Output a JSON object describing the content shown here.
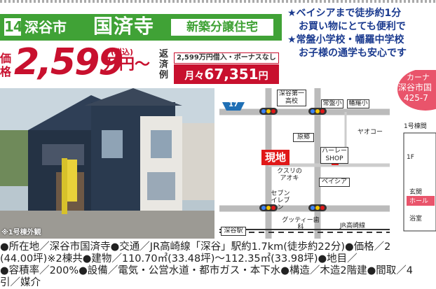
{
  "header": {
    "number": "14",
    "city": "深谷市",
    "town": "国済寺",
    "badge": "新築分譲住宅"
  },
  "highlights": [
    "★ベイシアまで徒歩約1分",
    "お買い物にとても便利で",
    "★常盤小学校・幡羅中学校",
    "お子様の通学も安心です"
  ],
  "price": {
    "label": "価格",
    "amount": "2,599",
    "tax_note": "(税込)",
    "unit": "万円〜",
    "repay_label": "返済例",
    "loan_note": "2,599万円借入・ボーナスなし",
    "monthly_prefix": "月々",
    "monthly_amount": "67,351",
    "monthly_unit": "円"
  },
  "photo": {
    "caption": "※1号棟外観"
  },
  "map": {
    "route_number": "17",
    "labels": {
      "school1": "深谷第一高校",
      "school2": "常盤小",
      "school3": "幡羅小",
      "hara": "原郷",
      "yaoko": "ヤオコー",
      "harley": "ハーレーSHOP",
      "site": "現地",
      "kusuri": "クスリのアオキ",
      "beisia": "ベイシア",
      "seven": "セブンイレブン",
      "guttei": "グッティー歯科",
      "station": "深谷駅",
      "line": "JR高崎線"
    }
  },
  "side": {
    "car_label": "カーナ",
    "car_address": "深谷市国",
    "car_number": "425-7",
    "floorplan_title": "1号棟間",
    "floor": "1F",
    "entrance": "玄関",
    "hall": "ホール",
    "bath": "浴室"
  },
  "description": [
    "●所在地／深谷市国済寺●交通／JR高崎線「深谷」駅約1.7km(徒歩約22分)●価格／2",
    "(44.00坪)※2棟共●建物／110.70㎡(33.48坪)〜112.35㎡(33.98坪)●地目／",
    "●容積率／200%●設備／電気・公営水道・都市ガス・本下水●構造／木造2階建●間取／4",
    "引／媒介"
  ],
  "colors": {
    "header_green": "#40a236",
    "price_red": "#c8102e",
    "highlight_blue": "#1a3a8f"
  }
}
